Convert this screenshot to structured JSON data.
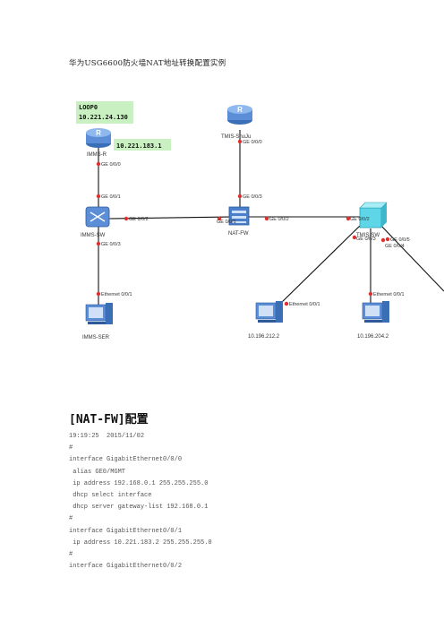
{
  "doc": {
    "title": "华为USG6600防火墙NAT地址转换配置实例",
    "section_title": "[NAT-FW]配置",
    "config_lines": [
      "19:19:25  2015/11/02",
      "#",
      "interface GigabitEthernet0/0/0",
      " alias GE0/MGMT",
      " ip address 192.168.0.1 255.255.255.0",
      " dhcp select interface",
      " dhcp server gateway-list 192.168.0.1",
      "#",
      "interface GigabitEthernet0/0/1",
      " ip address 10.221.183.2 255.255.255.0",
      "#",
      "interface GigabitEthernet0/0/2"
    ]
  },
  "topology": {
    "notes": {
      "loop_label": "LOOP0",
      "loop_ip": "10.221.24.130",
      "router_ip": "10.221.183.1"
    },
    "devices": {
      "imms_r": "IMMS-R",
      "tmis_shuju": "TMIS-ShuJu",
      "imms_sw": "IMMS-SW",
      "nat_fw": "NAT-FW",
      "tmis_sw": "TMIS-SW",
      "imms_ser": "IMMS-SER",
      "pc1": "10.196.212.2",
      "pc2": "10.196.204.2"
    },
    "ports": {
      "r_ge000": "GE 0/0/0",
      "sw_ge001": "GE 0/0/1",
      "sw_ge002": "GE 0/0/2",
      "sw_ge003": "GE 0/0/3",
      "ser_eth": "Ethernet 0/0/1",
      "shuju_ge000": "GE 0/0/0",
      "fw_ge003": "GE 0/0/3",
      "fw_ge001": "GE 0/0/1",
      "fw_ge002": "GE 0/0/2",
      "tsw_ge002": "GE 0/0/2",
      "tsw_ge003": "GE 0/0/3",
      "tsw_ge004": "GE 0/0/4",
      "tsw_ge005": "GE 0/0/5",
      "pc1_eth": "Ethernet 0/0/1",
      "pc2_eth": "Ethernet 0/0/1"
    }
  },
  "colors": {
    "note_bg": "#c8f0c0",
    "router": "#5b8ed6",
    "switch_cyan": "#5ed6e8",
    "port_dot": "#e03030"
  }
}
